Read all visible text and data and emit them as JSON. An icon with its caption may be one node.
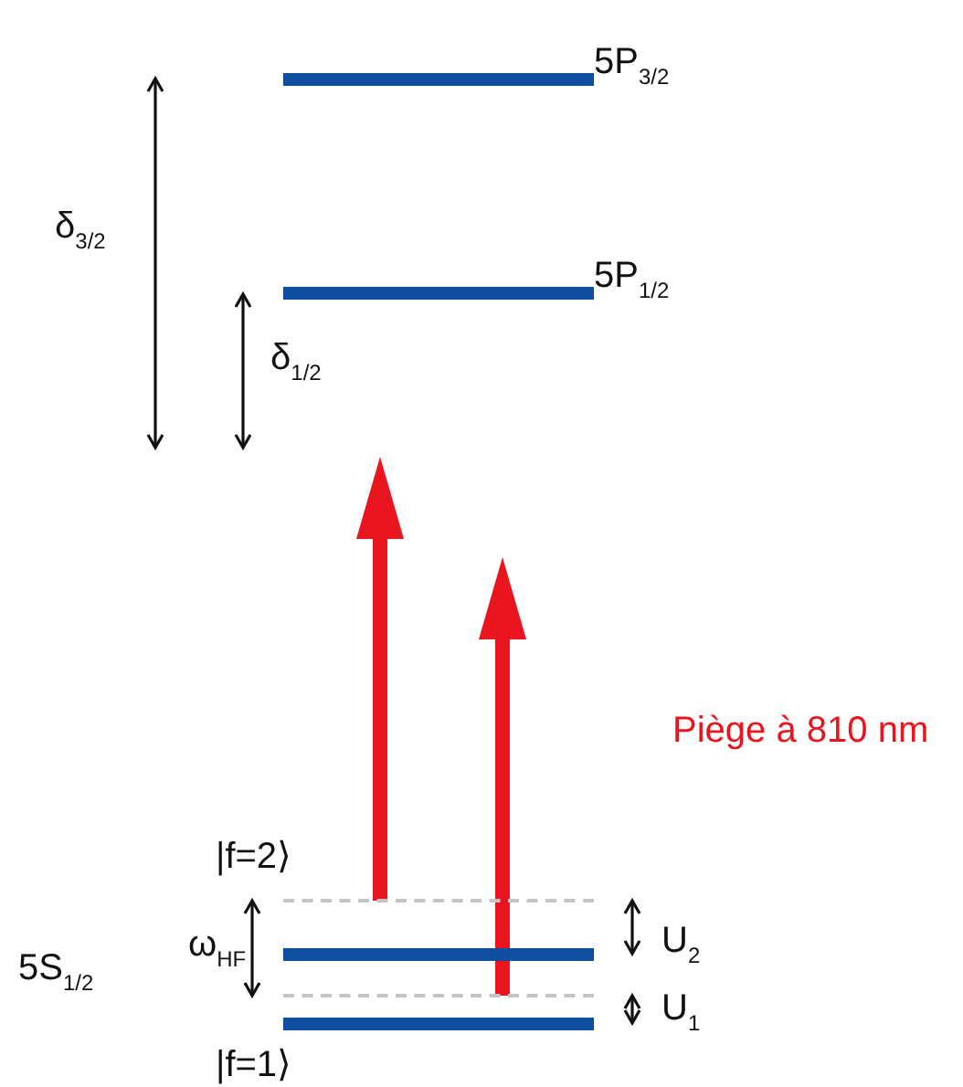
{
  "diagram": {
    "nodes": [
      {
        "text": [],
        "shape": "bar",
        "beside": [
          "5P$_{3/2}$"
        ]
      },
      {
        "text": [],
        "shape": "bar",
        "beside": [
          "5P$_{1/2}$"
        ]
      },
      {
        "text": [],
        "shape": "bar"
      },
      {
        "text": [],
        "shape": "bar"
      },
      {
        "text": [],
        "shape": "bar"
      },
      {
        "text": [],
        "shape": "bar"
      }
    ],
    "edges": [
      {
        "from": 2,
        "to": null,
        "arrow": "to",
        "style": "thick",
        "color": "#e8141e"
      },
      {
        "from": 4,
        "to": null,
        "arrow": "to",
        "style": "thick",
        "color": "#e8141e"
      },
      {
        "from": 2,
        "to": 4,
        "arrow": "both",
        "label": "ω$_{HF}$"
      },
      {
        "from": 2,
        "to": 3,
        "arrow": "both",
        "label": "U$_{2}$"
      },
      {
        "from": 4,
        "to": 5,
        "arrow": "both",
        "label": "U$_{1}$"
      }
    ],
    "labels": [
      "δ$_{3/2}$",
      "δ$_{1/2}$",
      "Piège à 810 nm",
      "|f=2⟩",
      "5S$_{1/2}$",
      "|f=1⟩"
    ]
  }
}
